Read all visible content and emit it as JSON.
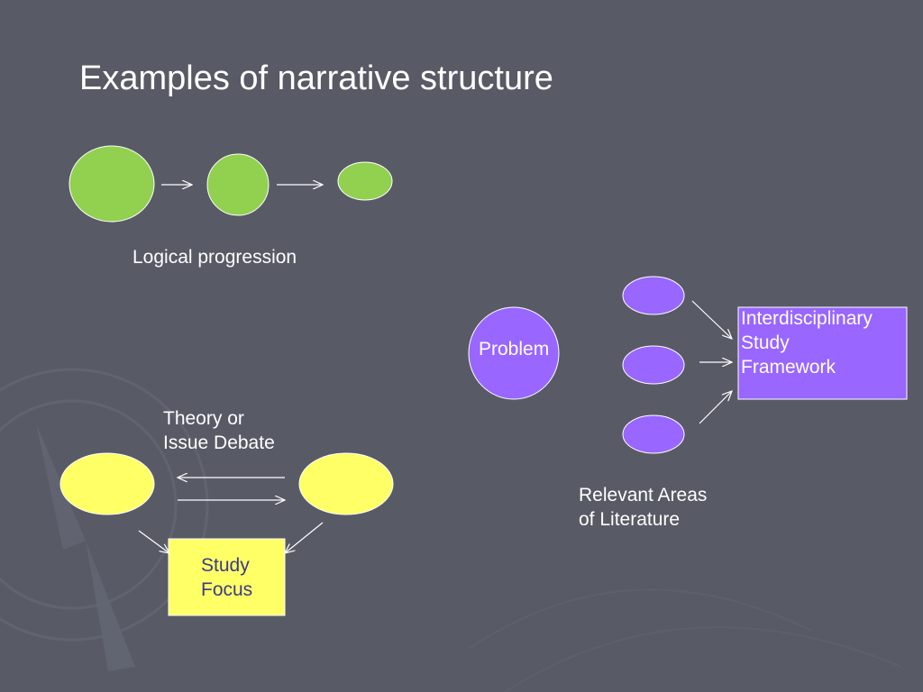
{
  "slide": {
    "title": "Examples of narrative structure"
  },
  "logical_progression": {
    "caption": "Logical progression"
  },
  "theory_debate": {
    "caption": "Theory or\nIssue Debate",
    "focus_label": "Study\nFocus"
  },
  "interdisciplinary": {
    "problem_label": "Problem",
    "framework_label": "Interdisciplinary\nStudy\nFramework",
    "literature_caption": "Relevant Areas\nof Literature"
  },
  "colors": {
    "background": "#585a66",
    "green": "#92d050",
    "yellow": "#ffff66",
    "purple": "#9966ff",
    "text": "#ffffff"
  },
  "icons": {
    "background_watermark": "compass-icon"
  }
}
